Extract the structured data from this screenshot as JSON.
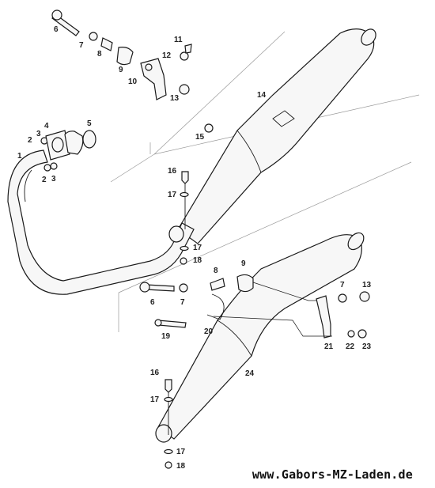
{
  "diagram": {
    "website": "www.Gabors-MZ-Laden.de",
    "parts": {
      "p1": "1",
      "p2a": "2",
      "p3a": "3",
      "p2b": "2",
      "p3b": "3",
      "p4": "4",
      "p5": "5",
      "p6a": "6",
      "p7a": "7",
      "p8a": "8",
      "p9a": "9",
      "p10": "10",
      "p11": "11",
      "p12": "12",
      "p13a": "13",
      "p14": "14",
      "p15": "15",
      "p16a": "16",
      "p17a": "17",
      "p17b": "17",
      "p18a": "18",
      "p6b": "6",
      "p7b": "7",
      "p8b": "8",
      "p9b": "9",
      "p7c": "7",
      "p13b": "13",
      "p19": "19",
      "p20": "20",
      "p21": "21",
      "p22": "22",
      "p23": "23",
      "p24": "24",
      "p16b": "16",
      "p17c": "17",
      "p17d": "17",
      "p18b": "18"
    }
  }
}
